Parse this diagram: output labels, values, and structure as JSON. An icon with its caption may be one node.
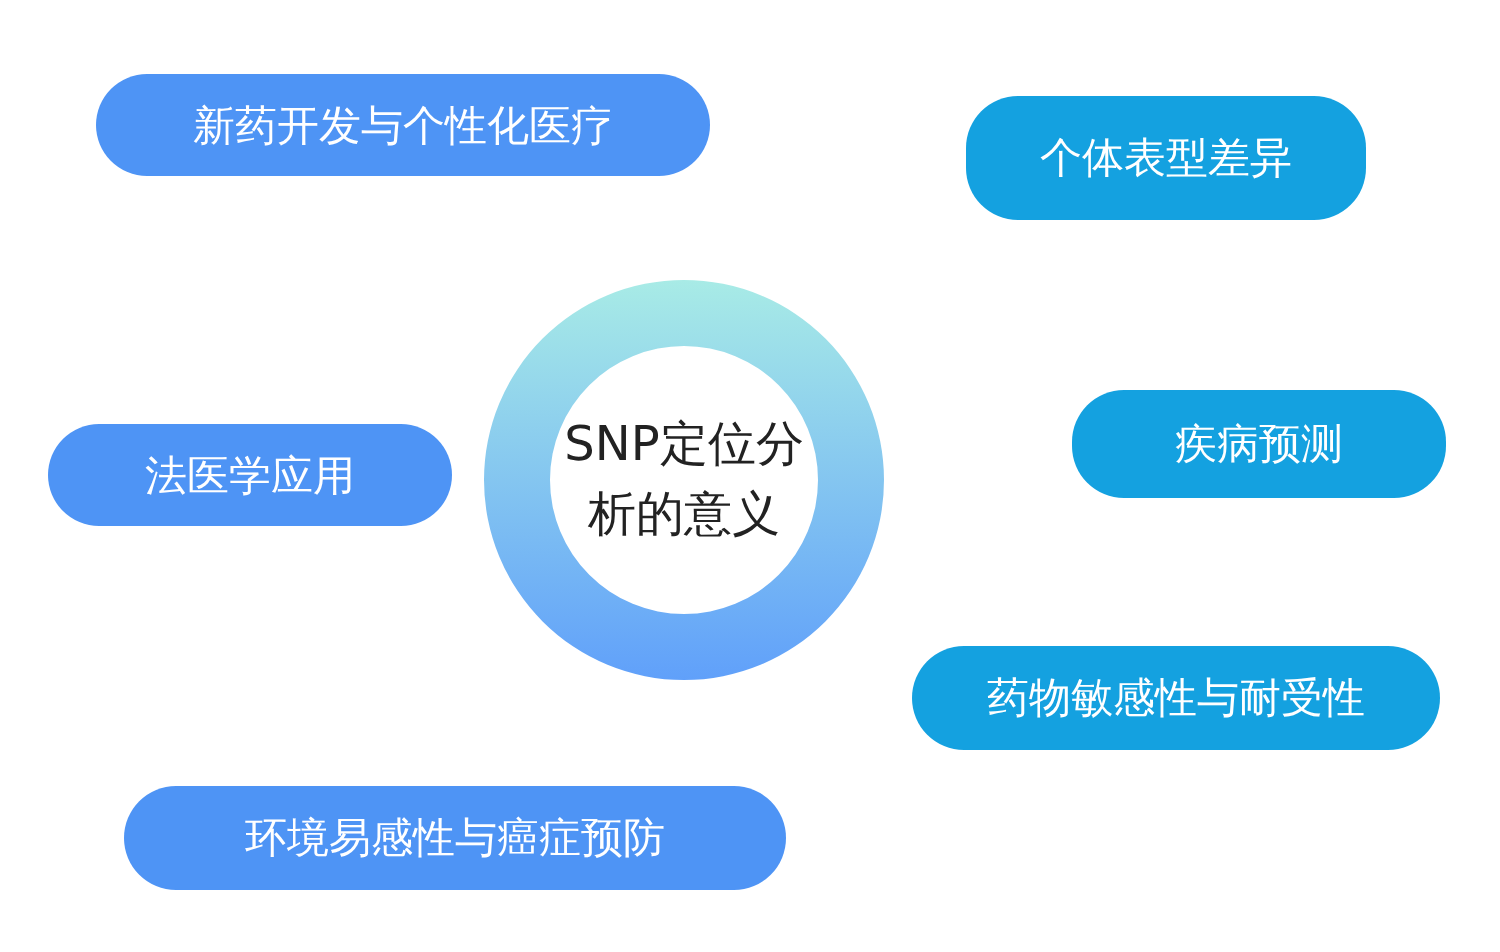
{
  "diagram": {
    "nodes": [
      {
        "text": [
          "新药开发与个性化医疗"
        ]
      },
      {
        "text": [
          "个体表型差异"
        ]
      },
      {
        "text": [
          "SNP定位分析的意义"
        ]
      },
      {
        "text": [
          "法医学应用"
        ]
      },
      {
        "text": [
          "疾病预测"
        ]
      },
      {
        "text": [
          "药物敏感性与耐受性"
        ]
      },
      {
        "text": [
          "环境易感性与癌症预防"
        ]
      }
    ]
  }
}
